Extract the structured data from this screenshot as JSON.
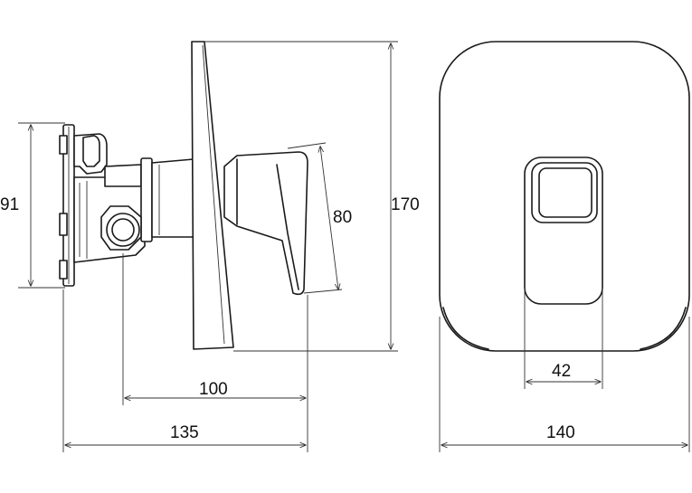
{
  "dimensions": {
    "height_flange": "91",
    "height_lever": "80",
    "height_plate": "170",
    "depth_lever": "100",
    "depth_total": "135",
    "width_plate": "140",
    "width_lever": "42"
  },
  "colors": {
    "line": "#1a1a1a",
    "background": "#ffffff"
  }
}
